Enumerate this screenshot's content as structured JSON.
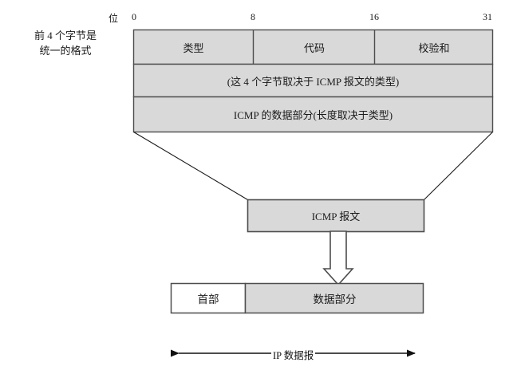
{
  "diagram": {
    "title_note": {
      "line1": "前 4 个字节是",
      "line2": "统一的格式"
    },
    "bit_axis": {
      "unit_label": "位",
      "ticks": [
        "0",
        "8",
        "16",
        "31"
      ]
    },
    "icmp_header": {
      "fields": [
        {
          "name": "类型"
        },
        {
          "name": "代码"
        },
        {
          "name": "校验和"
        }
      ],
      "rows": [
        {
          "label": "(这 4 个字节取决于 ICMP 报文的类型)"
        },
        {
          "label": "ICMP 的数据部分(长度取决于类型)"
        }
      ]
    },
    "icmp_message_box": {
      "label": "ICMP 报文"
    },
    "ip_datagram": {
      "segments": [
        {
          "name": "首部",
          "fill": "#ffffff"
        },
        {
          "name": "数据部分",
          "fill": "#d9d9d9"
        }
      ],
      "span_label": "IP 数据报"
    },
    "colors": {
      "fill_gray": "#d9d9d9",
      "fill_white": "#ffffff",
      "stroke": "#4d4d4d",
      "line": "#1a1a1a",
      "text": "#1a1a1a"
    }
  }
}
